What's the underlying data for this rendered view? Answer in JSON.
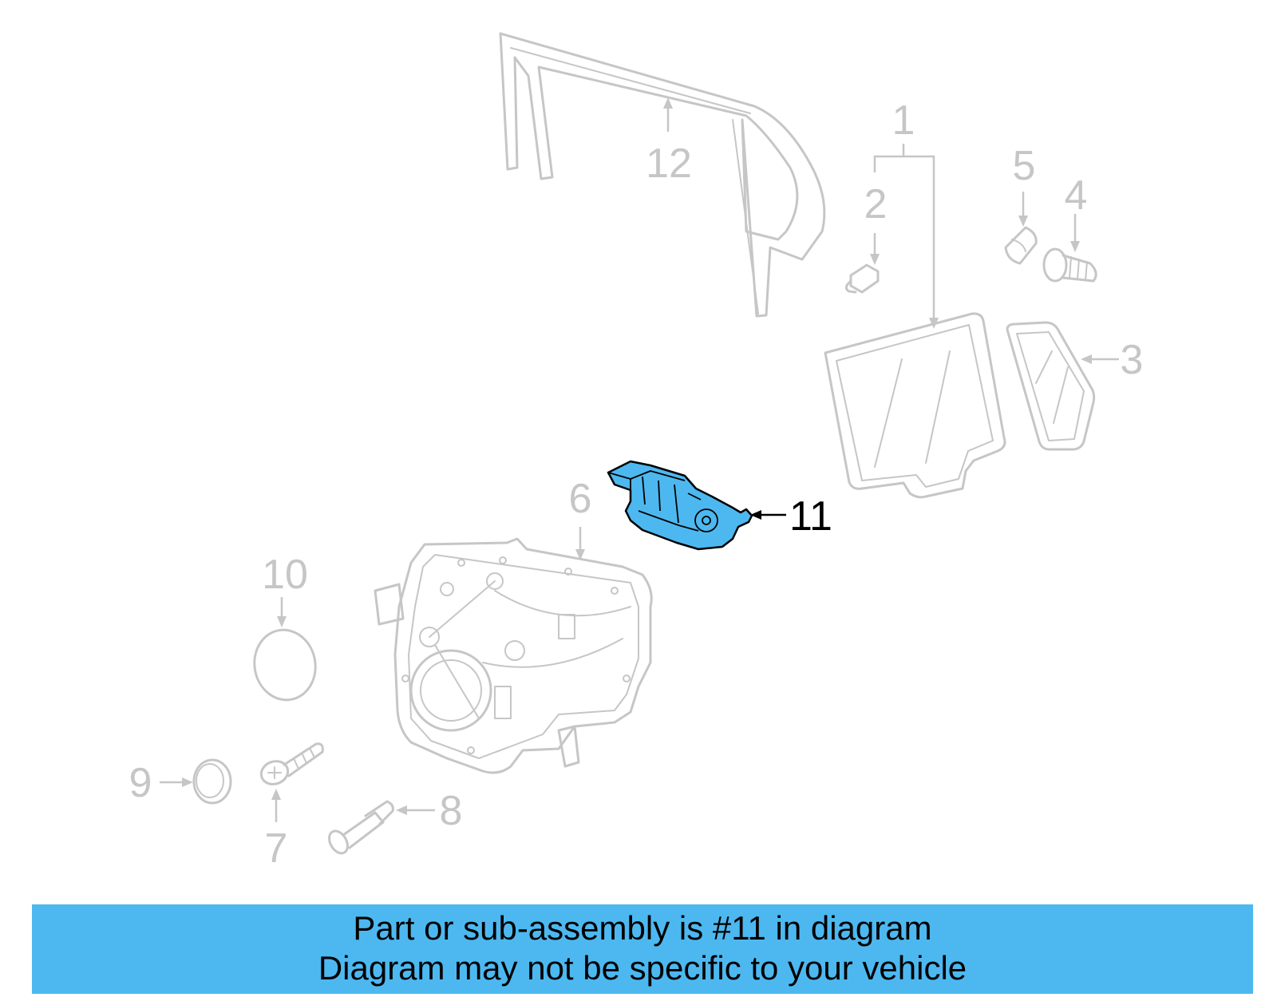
{
  "diagram": {
    "highlight_color": "#4db8f0",
    "part_color": "#c6c6c6",
    "highlighted_callout": "11",
    "callouts": {
      "c1": "1",
      "c2": "2",
      "c3": "3",
      "c4": "4",
      "c5": "5",
      "c6": "6",
      "c7": "7",
      "c8": "8",
      "c9": "9",
      "c10": "10",
      "c11": "11",
      "c12": "12"
    }
  },
  "banner": {
    "background": "#4db8f0",
    "line1": "Part or sub-assembly is #11 in diagram",
    "line2": "Diagram may not be specific to your vehicle"
  }
}
